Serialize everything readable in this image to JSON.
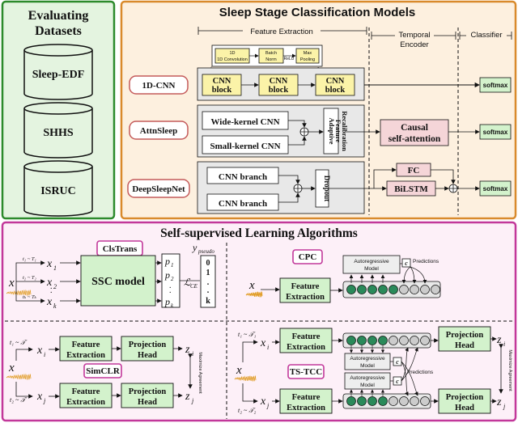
{
  "datasets": {
    "title_line1": "Evaluating",
    "title_line2": "Datasets",
    "items": [
      "Sleep-EDF",
      "SHHS",
      "ISRUC"
    ],
    "colors": {
      "panel": "#e4f4e0",
      "border": "#2c8a2c",
      "cylinder": "#e4f4e0"
    }
  },
  "models": {
    "title": "Sleep Stage Classification Models",
    "stage_feature": "Feature Extraction",
    "stage_temporal_1": "Temporal",
    "stage_temporal_2": "Encoder",
    "stage_classifier": "Classifier",
    "detail": {
      "conv": "1D Convolution",
      "bn1": "Batch",
      "bn2": "Norm",
      "relu": "ReLU",
      "pool1": "Max",
      "pool2": "Pooling"
    },
    "rows": {
      "cnn": {
        "label": "1D-CNN",
        "block1": "CNN",
        "block2": "block"
      },
      "attn": {
        "label": "AttnSleep",
        "wide": "Wide-kernel CNN",
        "small": "Small-kernel CNN",
        "afr1": "Adaptive",
        "afr2": "Feature",
        "afr3": "Recalibration",
        "causal1": "Causal",
        "causal2": "self-attention"
      },
      "deep": {
        "label": "DeepSleepNet",
        "branch": "CNN branch",
        "dropout": "Dropout",
        "fc": "FC",
        "bilstm": "BiLSTM"
      }
    },
    "softmax": "softmax",
    "colors": {
      "panel": "#fdf0df",
      "border": "#d98a2c",
      "block": "#fbf3a8",
      "pink": "#f5d5d8",
      "green": "#d3f2cc"
    }
  },
  "ssl": {
    "title": "Self-supervised Learning Algorithms",
    "clstrans": {
      "label": "ClsTrans",
      "model": "SSC model",
      "ypseudo": "y",
      "pseudo_sub": "pseudo",
      "loss": "CE",
      "x": "x",
      "xs": [
        "x",
        "x",
        "x"
      ],
      "subs": [
        "1",
        "2",
        "k"
      ],
      "ranges": [
        "t₁ ~ T₁",
        "t₂ ~ T₂",
        "tₖ ~ Tₖ"
      ],
      "probs": [
        "p",
        "p",
        "p"
      ],
      "labels": [
        "0",
        "1",
        ".",
        ".",
        "k"
      ]
    },
    "cpc": {
      "label": "CPC",
      "x": "x",
      "feature1": "Feature",
      "feature2": "Extraction",
      "ar1": "Autoregressive",
      "ar2": "Model",
      "c": "c",
      "pred": "Predictions"
    },
    "simclr": {
      "label": "SimCLR",
      "x": "x",
      "xi": "x",
      "xj": "x",
      "sub_i": "i",
      "sub_j": "j",
      "r1": "t₁ ~ 𝒯",
      "r2": "t₂ ~ 𝒯",
      "feature1": "Feature",
      "feature2": "Extraction",
      "proj1": "Projection",
      "proj2": "Head",
      "zi": "z",
      "zj": "z",
      "maxagree": "Maximize Agreement"
    },
    "tstcc": {
      "label": "TS-TCC",
      "x": "x",
      "xi": "x",
      "xj": "x",
      "sub_i": "i",
      "sub_j": "j",
      "r1": "t₁ ~ 𝒯₁",
      "r2": "t₂ ~ 𝒯₂",
      "feature1": "Feature",
      "feature2": "Extraction",
      "ar1": "Autoregressive",
      "ar2": "Model",
      "c": "c",
      "pred": "Predictions",
      "proj1": "Projection",
      "proj2": "Head",
      "zi": "z",
      "zj": "z",
      "maxagree": "Maximize Agreement"
    },
    "colors": {
      "panel": "#fdf0f8",
      "border": "#c2389a",
      "green": "#d3f2cc",
      "gray": "#eeeeee",
      "dot": "#2a8a5a"
    }
  }
}
